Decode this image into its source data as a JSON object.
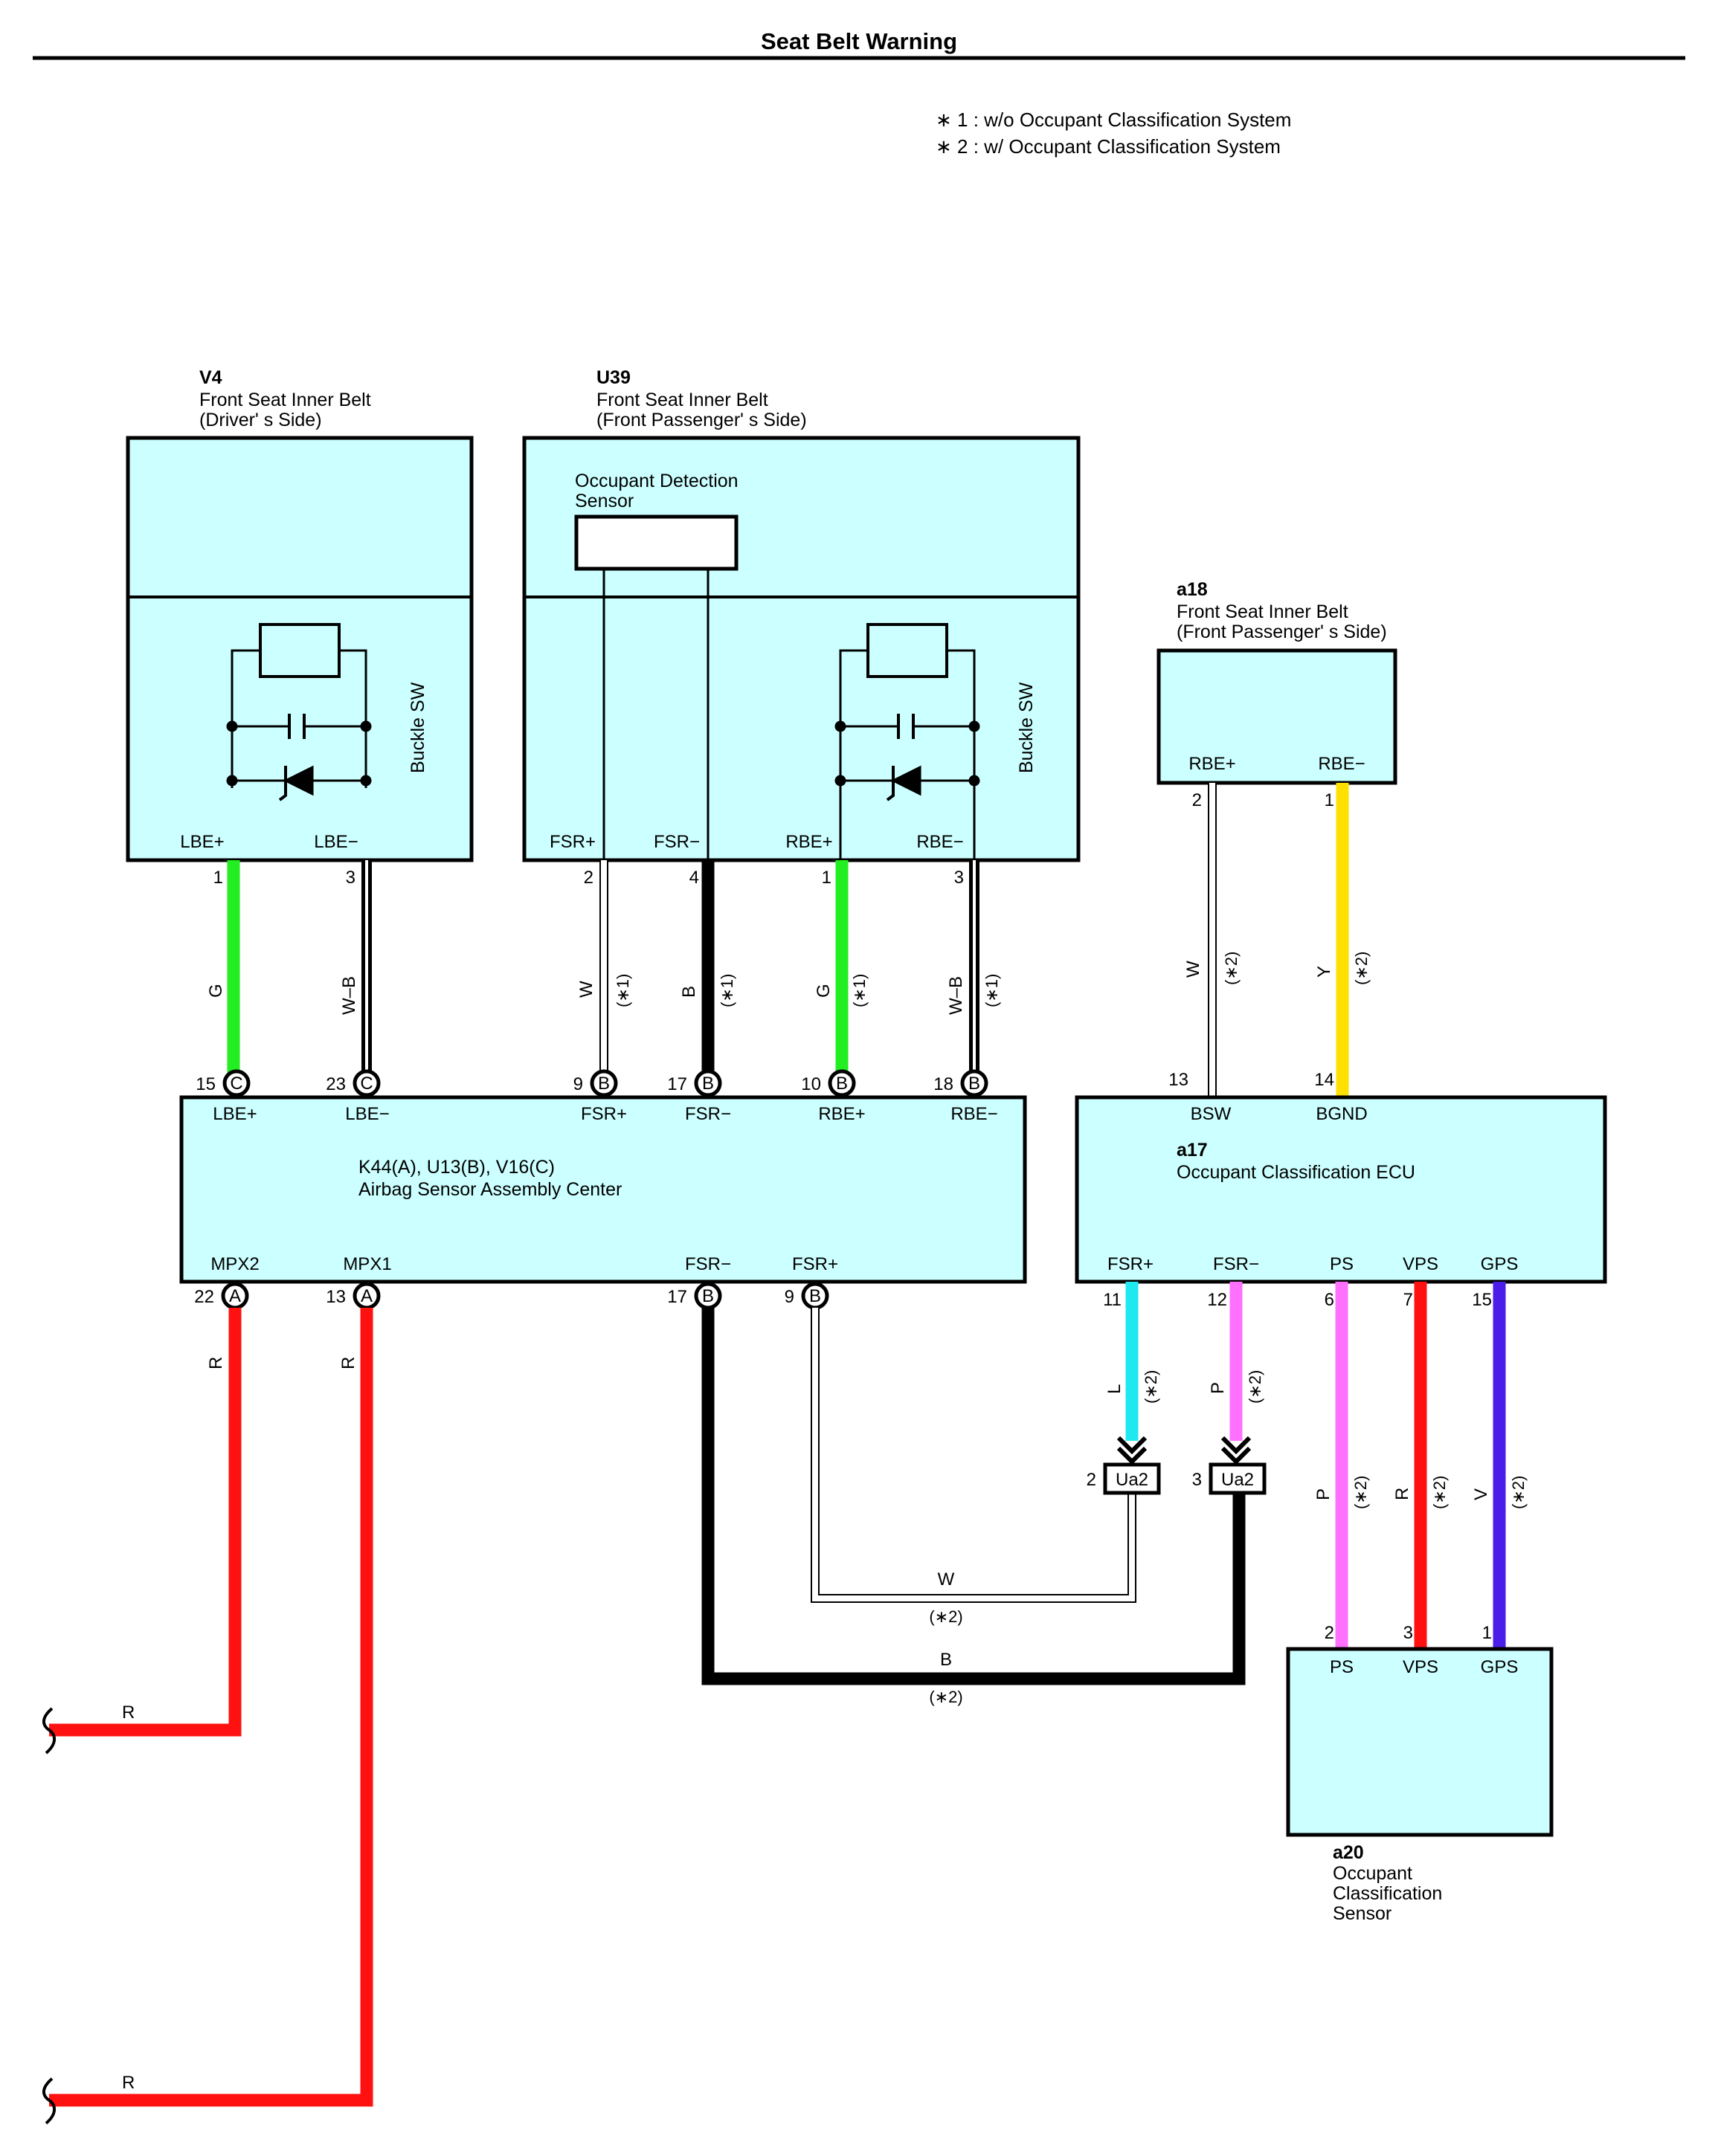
{
  "title": "Seat Belt Warning",
  "notes": [
    "∗ 1 : w/o Occupant Classification System",
    "∗ 2 : w/ Occupant Classification System"
  ],
  "components": {
    "v4": {
      "code": "V4",
      "name_line1": "Front Seat Inner Belt",
      "name_line2": "(Driver' s Side)",
      "switch": "Buckle SW",
      "pin1": "LBE+",
      "pin2": "LBE−"
    },
    "u39": {
      "code": "U39",
      "name_line1": "Front Seat Inner Belt",
      "name_line2": "(Front Passenger' s Side)",
      "sensor_line1": "Occupant Detection",
      "sensor_line2": "Sensor",
      "switch": "Buckle SW",
      "pin1": "FSR+",
      "pin2": "FSR−",
      "pin3": "RBE+",
      "pin4": "RBE−"
    },
    "a18": {
      "code": "a18",
      "name_line1": "Front Seat Inner Belt",
      "name_line2": "(Front Passenger' s Side)",
      "pin1": "RBE+",
      "pin2": "RBE−"
    },
    "center": {
      "code": "K44(A), U13(B), V16(C)",
      "name": "Airbag Sensor Assembly Center",
      "top_pins": [
        "LBE+",
        "LBE−",
        "FSR+",
        "FSR−",
        "RBE+",
        "RBE−"
      ],
      "bottom_pins": [
        "MPX2",
        "MPX1",
        "FSR−",
        "FSR+"
      ]
    },
    "a17": {
      "code": "a17",
      "name": "Occupant Classification ECU",
      "top_pins": [
        "BSW",
        "BGND"
      ],
      "bottom_pins": [
        "FSR+",
        "FSR−",
        "PS",
        "VPS",
        "GPS"
      ]
    },
    "a20": {
      "code": "a20",
      "name_line1": "Occupant",
      "name_line2": "Classification",
      "name_line3": "Sensor",
      "pins": [
        "PS",
        "VPS",
        "GPS"
      ]
    }
  },
  "pin_numbers": {
    "v4": [
      "1",
      "3"
    ],
    "u39": [
      "2",
      "4",
      "1",
      "3"
    ],
    "a18": [
      "2",
      "1"
    ],
    "center_top": [
      "15",
      "23",
      "9",
      "17",
      "10",
      "18"
    ],
    "center_bottom": [
      "22",
      "13",
      "17",
      "9"
    ],
    "a17_top": [
      "13",
      "14"
    ],
    "a17_bottom": [
      "11",
      "12",
      "6",
      "7",
      "15"
    ],
    "a20": [
      "2",
      "3",
      "1"
    ],
    "ua2": [
      "2",
      "3"
    ]
  },
  "connector_letters": {
    "center_top": [
      "C",
      "C",
      "B",
      "B",
      "B",
      "B"
    ],
    "center_bottom": [
      "A",
      "A",
      "B",
      "B"
    ]
  },
  "junction": {
    "label": "Ua2"
  },
  "wires": {
    "lbe_plus": {
      "color": "G",
      "hex": "#22ee22"
    },
    "lbe_minus": {
      "color": "W–B",
      "hex": "#000000"
    },
    "fsr_plus_upper": {
      "color": "W",
      "note": "(∗1)",
      "hex": "#ffffff"
    },
    "fsr_minus_upper": {
      "color": "B",
      "note": "(∗1)",
      "hex": "#000000"
    },
    "rbe_plus_upper": {
      "color": "G",
      "note": "(∗1)",
      "hex": "#22ee22"
    },
    "rbe_minus_upper": {
      "color": "W–B",
      "note": "(∗1)",
      "hex": "#000000"
    },
    "bsw": {
      "color": "W",
      "note": "(∗2)",
      "hex": "#ffffff"
    },
    "bgnd": {
      "color": "Y",
      "note": "(∗2)",
      "hex": "#ffe000"
    },
    "mpx2": {
      "color": "R",
      "hex": "#ff1111"
    },
    "mpx1": {
      "color": "R",
      "hex": "#ff1111"
    },
    "mpx2_end": {
      "color": "R"
    },
    "mpx1_end": {
      "color": "R"
    },
    "ecu_fsr_plus": {
      "color": "L",
      "note": "(∗2)",
      "hex": "#1ee8f0"
    },
    "ecu_fsr_minus": {
      "color": "P",
      "note": "(∗2)",
      "hex": "#ff70ff"
    },
    "ps": {
      "color": "P",
      "note": "(∗2)",
      "hex": "#ff70ff"
    },
    "vps": {
      "color": "R",
      "note": "(∗2)",
      "hex": "#ff1111"
    },
    "gps": {
      "color": "V",
      "note": "(∗2)",
      "hex": "#4a1ee8"
    },
    "fsr_plus_lower": {
      "color": "W",
      "note": "(∗2)"
    },
    "fsr_minus_lower": {
      "color": "B",
      "note": "(∗2)"
    }
  },
  "colors": {
    "box_fill": "#ccffff",
    "outline": "#000000"
  }
}
